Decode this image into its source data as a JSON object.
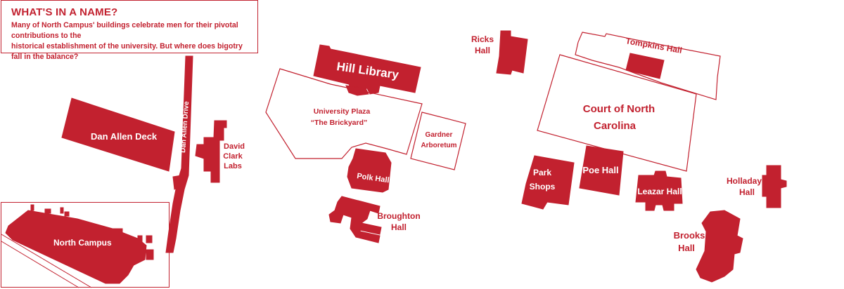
{
  "infobox": {
    "title": "WHAT'S IN A NAME?",
    "body_line1": "Many of North Campus' buildings celebrate men for their pivotal contributions to the",
    "body_line2": "historical establishment of the university. But where does bigotry fall in the balance?"
  },
  "buildings": {
    "dan_allen_deck": "Dan Allen Deck",
    "dan_allen_drive": "Dan Allen Drive",
    "david_clark_labs": [
      "David",
      "Clark",
      "Labs"
    ],
    "hill_library": "Hill Library",
    "university_plaza": [
      "University Plaza",
      "“The Brickyard”"
    ],
    "gardner_arboretum": [
      "Gardner",
      "Arboretum"
    ],
    "polk_hall": "Polk Hall",
    "broughton_hall": [
      "Broughton",
      "Hall"
    ],
    "ricks_hall": [
      "Ricks",
      "Hall"
    ],
    "tompkins_hall": "Tompkins Hall",
    "court_of_north_carolina": [
      "Court of North",
      "Carolina"
    ],
    "park_shops": [
      "Park",
      "Shops"
    ],
    "poe_hall": "Poe Hall",
    "leazar_hall": "Leazar Hall",
    "holladay_hall": [
      "Holladay",
      "Hall"
    ],
    "brooks_hall": [
      "Brooks",
      "Hall"
    ]
  },
  "inset": {
    "label": "North Campus"
  },
  "colors": {
    "accent": "#c2212f",
    "background": "#ffffff"
  }
}
